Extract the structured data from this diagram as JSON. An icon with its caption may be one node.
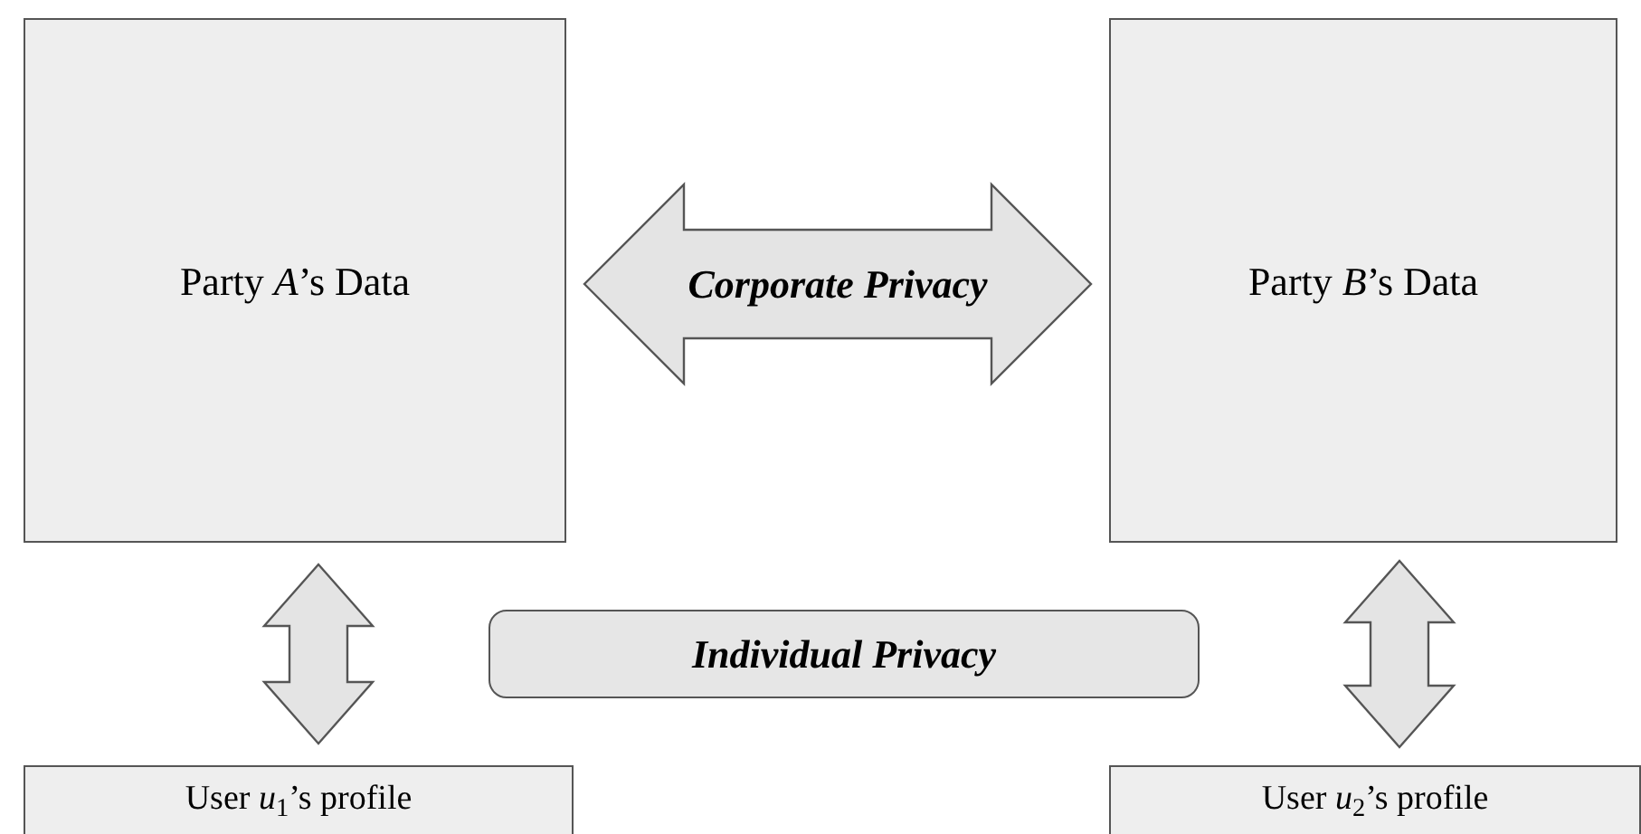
{
  "diagram": {
    "nodes": [
      {
        "text": [
          "Party *A*’s Data"
        ]
      },
      {
        "text": [
          "Party *B*’s Data"
        ]
      },
      {
        "text": [
          "Individual Privacy"
        ]
      },
      {
        "text": [
          "User *u*$_{1}$’s profile"
        ]
      },
      {
        "text": [
          "User *u*$_{2}$’s profile"
        ]
      }
    ],
    "edges": [
      {
        "from": 0,
        "to": 1,
        "arrow": "both",
        "label": "Corporate Privacy"
      },
      {
        "from": 0,
        "to": 3,
        "arrow": "both"
      },
      {
        "from": 1,
        "to": 4,
        "arrow": "both"
      }
    ]
  }
}
